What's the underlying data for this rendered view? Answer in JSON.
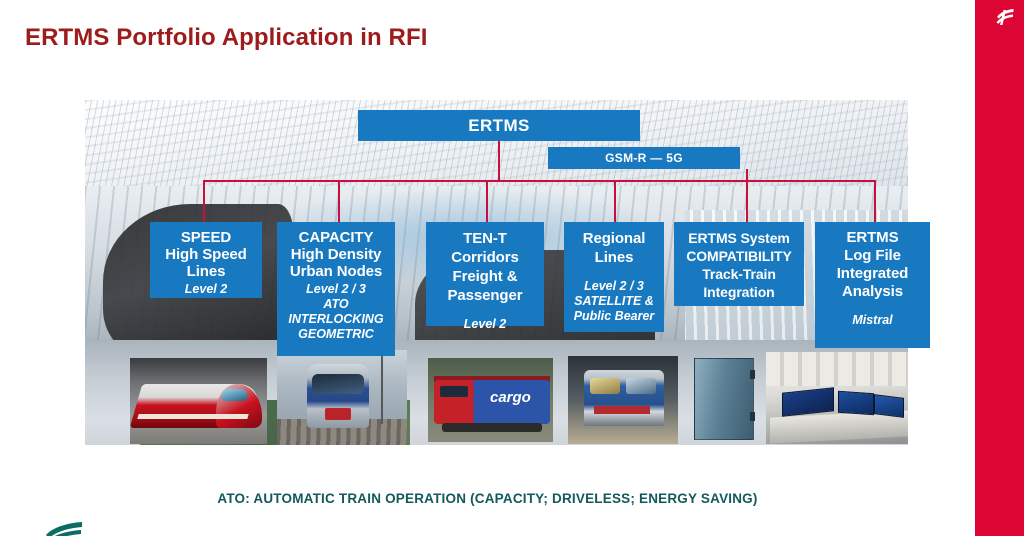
{
  "slide": {
    "title": "ERTMS Portfolio Application in RFI",
    "footer_caption": "ATO: AUTOMATIC TRAIN OPERATION (CAPACITY; DRIVELESS; ENERGY SAVING)",
    "colors": {
      "title_red": "#9e1b1b",
      "box_blue": "#1878c0",
      "connector_red": "#c8103e",
      "band_red": "#dc0635",
      "caption_teal": "#14595a"
    },
    "brand": {
      "logo_top_name": "fs-logo",
      "logo_bottom_name": "fs-logo"
    }
  },
  "diagram": {
    "root": {
      "label": "ERTMS"
    },
    "bearer": {
      "label": "GSM-R — 5G"
    },
    "nodes": [
      {
        "id": "speed",
        "main": [
          "SPEED",
          "High Speed",
          "Lines"
        ],
        "sub": [
          "Level 2"
        ]
      },
      {
        "id": "capacity",
        "main": [
          "CAPACITY",
          "High Density",
          "Urban Nodes"
        ],
        "sub": [
          "Level 2 / 3",
          "ATO",
          "INTERLOCKING",
          "GEOMETRIC"
        ]
      },
      {
        "id": "tent",
        "main": [
          "TEN-T",
          "Corridors",
          "Freight &",
          "Passenger"
        ],
        "sub": [
          "Level 2"
        ]
      },
      {
        "id": "regional",
        "main": [
          "Regional",
          "Lines"
        ],
        "sub": [
          "Level 2 / 3",
          "SATELLITE &",
          "Public Bearer"
        ]
      },
      {
        "id": "compatibility",
        "main": [
          "ERTMS System",
          "COMPATIBILITY",
          "Track-Train",
          "Integration"
        ],
        "sub": []
      },
      {
        "id": "logfile",
        "main": [
          "ERTMS",
          "Log File",
          "Integrated",
          "Analysis"
        ],
        "sub": [
          "Mistral"
        ]
      }
    ]
  },
  "photos": [
    {
      "id": "high-speed-train",
      "caption": "red and white high speed train at platform"
    },
    {
      "id": "regional-emu-train",
      "caption": "blue and silver regional train"
    },
    {
      "id": "cargo-locomotive",
      "caption": "red and blue cargo locomotive"
    },
    {
      "id": "blue-regional-train",
      "caption": "blue and white regional train"
    },
    {
      "id": "trackside-equipment-cabinet",
      "caption": "blue trackside equipment cabinet"
    },
    {
      "id": "control-room-monitors",
      "caption": "control room with monitor screens"
    }
  ]
}
